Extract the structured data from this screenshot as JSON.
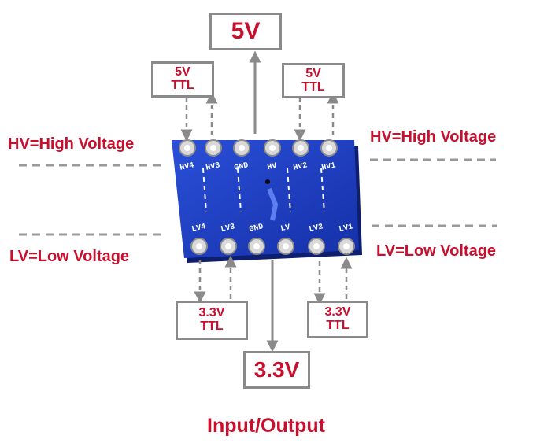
{
  "labels": {
    "top_supply": "5V",
    "bottom_supply": "3.3V",
    "hv_ttl_left": [
      "5V",
      "TTL"
    ],
    "hv_ttl_right": [
      "5V",
      "TTL"
    ],
    "lv_ttl_left": [
      "3.3V",
      "TTL"
    ],
    "lv_ttl_right": [
      "3.3V",
      "TTL"
    ],
    "hv_left": "HV=High Voltage",
    "hv_right": "HV=High Voltage",
    "lv_left": "LV=Low Voltage",
    "lv_right": "LV=Low Voltage",
    "caption": "Input/Output"
  },
  "board": {
    "top_pins": [
      "HV4",
      "HV3",
      "GND",
      "HV",
      "HV2",
      "HV1"
    ],
    "bottom_pins": [
      "LV4",
      "LV3",
      "GND",
      "LV",
      "LV2",
      "LV1"
    ]
  },
  "colors": {
    "text_red": "#c8102e",
    "box_gray": "#8a8a8a",
    "board_blue": "#1c3ec8"
  }
}
